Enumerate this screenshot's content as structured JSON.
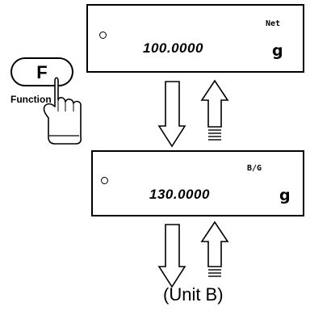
{
  "display_top": {
    "mode_label": "Net",
    "value": "100.0000",
    "unit": "g"
  },
  "display_bottom": {
    "mode_label": "B/G",
    "value": "130.0000",
    "unit": "g"
  },
  "function_key": {
    "letter": "F",
    "caption": "Function"
  },
  "footer_label": "(Unit B)",
  "icons": [
    "stable-indicator-icon",
    "hand-pointer-icon",
    "arrow-down-icon",
    "arrow-up-icon"
  ]
}
